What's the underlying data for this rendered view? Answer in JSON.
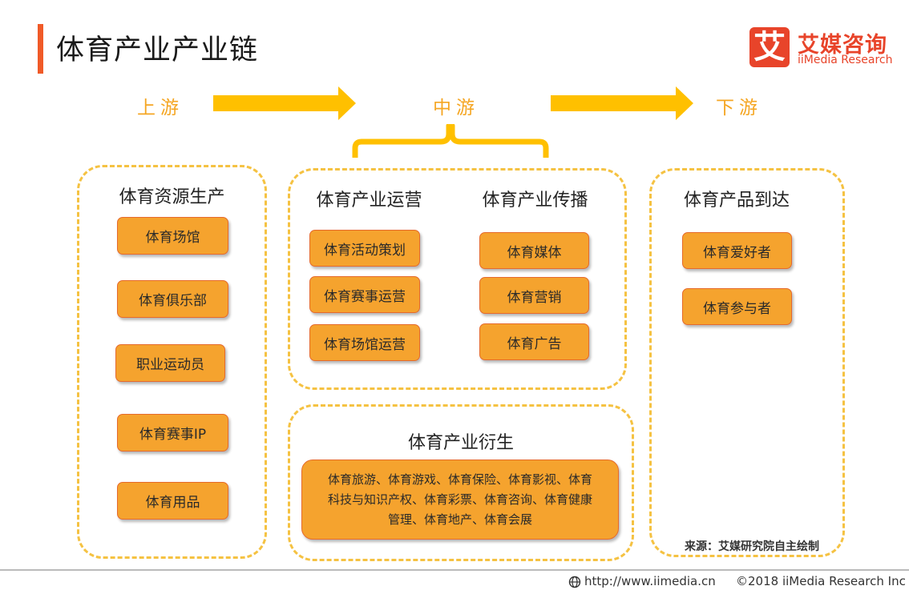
{
  "header": {
    "title": "体育产业产业链",
    "logo_mark": "艾",
    "logo_cn": "艾媒咨询",
    "logo_en": "iiMedia Research"
  },
  "stages": {
    "upstream": "上游",
    "midstream": "中游",
    "downstream": "下游"
  },
  "upstream": {
    "title": "体育资源生产",
    "items": [
      "体育场馆",
      "体育俱乐部",
      "职业运动员",
      "体育赛事IP",
      "体育用品"
    ]
  },
  "midstream": {
    "operation": {
      "title": "体育产业运营",
      "items": [
        "体育活动策划",
        "体育赛事运营",
        "体育场馆运营"
      ]
    },
    "broadcast": {
      "title": "体育产业传播",
      "items": [
        "体育媒体",
        "体育营销",
        "体育广告"
      ]
    },
    "derivative": {
      "title": "体育产业衍生",
      "lines": [
        "体育旅游、体育游戏、体育保险、体育影视、体育",
        "科技与知识产权、体育彩票、体育咨询、体育健康",
        "管理、体育地产、体育会展"
      ]
    }
  },
  "downstream": {
    "title": "体育产品到达",
    "items": [
      "体育爱好者",
      "体育参与者"
    ]
  },
  "source": "来源：艾媒研究院自主绘制",
  "footer": {
    "url": "http://www.iimedia.cn",
    "copyright": "©2018  iiMedia Research  Inc"
  },
  "colors": {
    "accent": "#f05a28",
    "box_fill": "#f5a32e",
    "box_border": "#e66a2c",
    "dashed": "#f5c242",
    "arrow": "#ffc000"
  }
}
